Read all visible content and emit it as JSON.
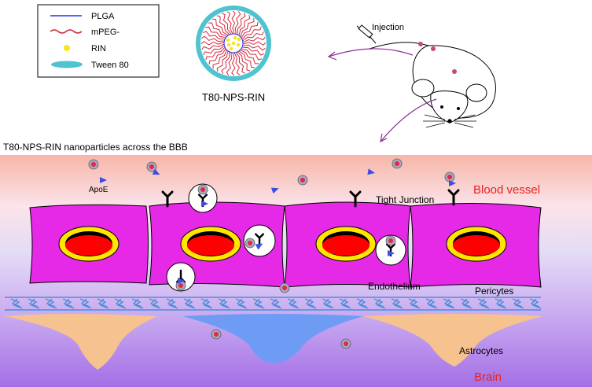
{
  "legend": {
    "items": [
      {
        "label": "PLGA",
        "icon": "blue-line-icon"
      },
      {
        "label": "mPEG-",
        "icon": "red-wavy-line-icon"
      },
      {
        "label": "RIN",
        "icon": "yellow-dot-icon"
      },
      {
        "label": "Tween 80",
        "icon": "cyan-ellipse-icon"
      }
    ]
  },
  "nanoparticle": {
    "label": "T80-NPS-RIN"
  },
  "mouse": {
    "injection_label": "Injection"
  },
  "section_title": "T80-NPS-RIN nanoparticles across the BBB",
  "labels": {
    "apoe": "ApoE",
    "tight_junction": "Tight Junction",
    "blood_vessel": "Blood vessel",
    "endothelium": "Endothelium",
    "pericytes": "Pericytes",
    "astrocytes": "Astrocytes",
    "brain": "Brain"
  },
  "colors": {
    "blood_label": "#e8231f",
    "brain_label": "#e8231f",
    "cell_fill": "#e629e6",
    "nucleus_outer": "#ffe600",
    "nucleus_inner": "#ff0000",
    "astrocyte_orange": "#f6c28f",
    "astrocyte_blue": "#6e9cf5",
    "pericyte_blue": "#4a8fd8",
    "apoe_blue": "#3a4fe0"
  }
}
